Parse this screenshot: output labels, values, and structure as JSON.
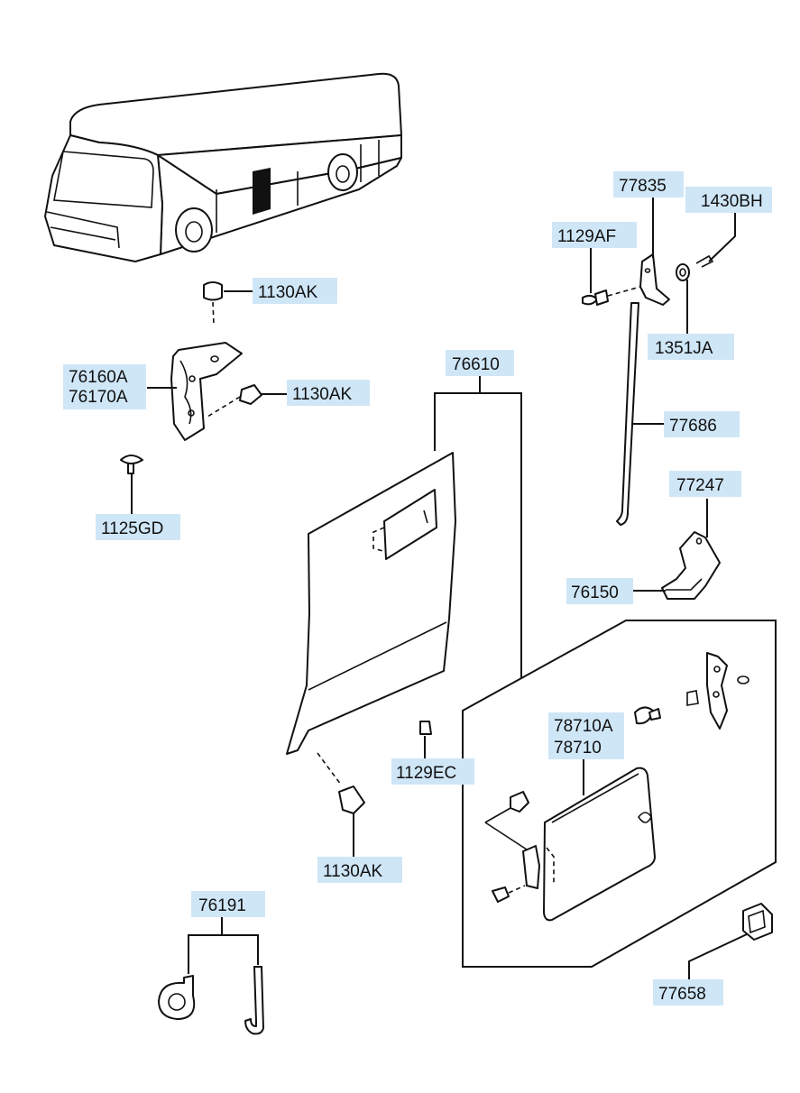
{
  "labels": {
    "l_1130ak_top": "1130AK",
    "l_76160a": "76160A",
    "l_76170a": "76170A",
    "l_1130ak_mid": "1130AK",
    "l_1125gd": "1125GD",
    "l_77835": "77835",
    "l_1430bh": "1430BH",
    "l_1129af": "1129AF",
    "l_1351ja": "1351JA",
    "l_77686": "77686",
    "l_77247": "77247",
    "l_76150": "76150",
    "l_76610": "76610",
    "l_78710a": "78710A",
    "l_78710": "78710",
    "l_1129ec": "1129EC",
    "l_1130ak_bot": "1130AK",
    "l_76191": "76191",
    "l_77658": "77658"
  },
  "colors": {
    "label_fill": "#cfe6f7",
    "line": "#111111",
    "accent_strip": "#111111"
  }
}
